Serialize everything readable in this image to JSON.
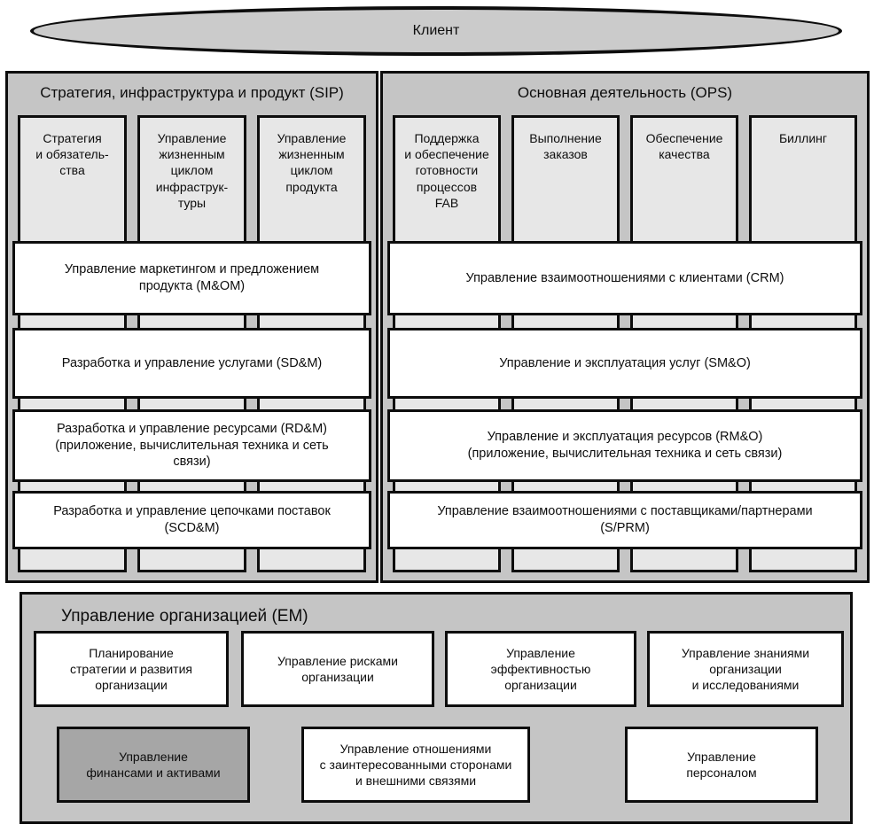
{
  "client": {
    "label": "Клиент"
  },
  "sip": {
    "title": "Стратегия, инфраструктура и продукт (SIP)",
    "columns": [
      {
        "label": "Стратегия\nи обязатель-\nства"
      },
      {
        "label": "Управление\nжизненным\nциклом\nинфраструк-\nтуры"
      },
      {
        "label": "Управление\nжизненным\nциклом\nпродукта"
      }
    ],
    "bars": [
      {
        "label": "Управление маркетингом и предложением\nпродукта (M&OM)"
      },
      {
        "label": "Разработка и управление услугами (SD&M)"
      },
      {
        "label": "Разработка и управление ресурсами (RD&M)\n(приложение, вычислительная техника и сеть\nсвязи)"
      },
      {
        "label": "Разработка и управление цепочками поставок\n(SCD&M)"
      }
    ]
  },
  "ops": {
    "title": "Основная деятельность (OPS)",
    "columns": [
      {
        "label": "Поддержка\nи обеспечение\nготовности\nпроцессов\nFAB"
      },
      {
        "label": "Выполнение\nзаказов"
      },
      {
        "label": "Обеспечение\nкачества"
      },
      {
        "label": "Биллинг"
      }
    ],
    "bars": [
      {
        "label": "Управление взаимоотношениями с клиентами (CRM)"
      },
      {
        "label": "Управление и эксплуатация услуг (SM&O)"
      },
      {
        "label": "Управление и эксплуатация ресурсов (RM&O)\n(приложение, вычислительная техника и сеть связи)"
      },
      {
        "label": "Управление взаимоотношениями с поставщиками/партнерами\n(S/PRM)"
      }
    ]
  },
  "em": {
    "title": "Управление организацией (EM)",
    "row1": [
      {
        "label": "Планирование\nстратегии и развития\nорганизации"
      },
      {
        "label": "Управление рисками\nорганизации"
      },
      {
        "label": "Управление\nэффективностью\nорганизации"
      },
      {
        "label": "Управление знаниями\nорганизации\nи исследованиями"
      }
    ],
    "row2": [
      {
        "label": "Управление\nфинансами и активами"
      },
      {
        "label": "Управление отношениями\nс заинтересованными сторонами\nи внешними связями"
      },
      {
        "label": "Управление\nперсоналом"
      }
    ]
  },
  "colors": {
    "panel_bg": "#c5c5c5",
    "column_bg": "#e7e7e7",
    "bar_bg": "#ffffff",
    "dark_box_bg": "#a6a6a6",
    "ellipse_bg": "#cbcbcb",
    "border": "#0d0d0d"
  }
}
